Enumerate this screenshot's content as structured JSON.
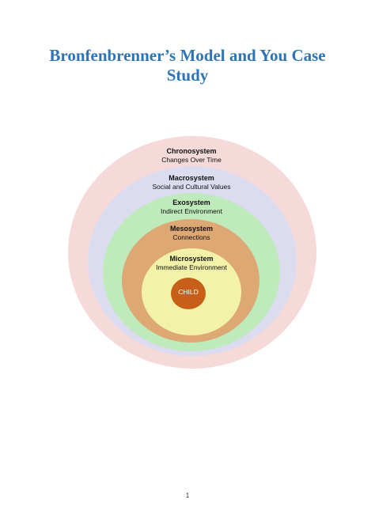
{
  "title": {
    "line1": "Bronfenbrenner’s Model and You Case",
    "line2": "Study"
  },
  "colors": {
    "title": "#2e74b5",
    "chronosystem": "#f6d9d9",
    "macrosystem": "#dcdcf1",
    "exosystem": "#bfeabb",
    "mesosystem": "#dea874",
    "microsystem": "#f2f3a8",
    "child": "#c75f18"
  },
  "layers": {
    "chronosystem": {
      "name": "Chronosystem",
      "desc": "Changes Over Time"
    },
    "macrosystem": {
      "name": "Macrosystem",
      "desc": "Social and Cultural Values"
    },
    "exosystem": {
      "name": "Exosystem",
      "desc": "Indirect Environment"
    },
    "mesosystem": {
      "name": "Mesosystem",
      "desc": "Connections"
    },
    "microsystem": {
      "name": "Microsystem",
      "desc": "Immediate Environment"
    },
    "child": {
      "name": "CHILD"
    }
  },
  "page_number": "1"
}
